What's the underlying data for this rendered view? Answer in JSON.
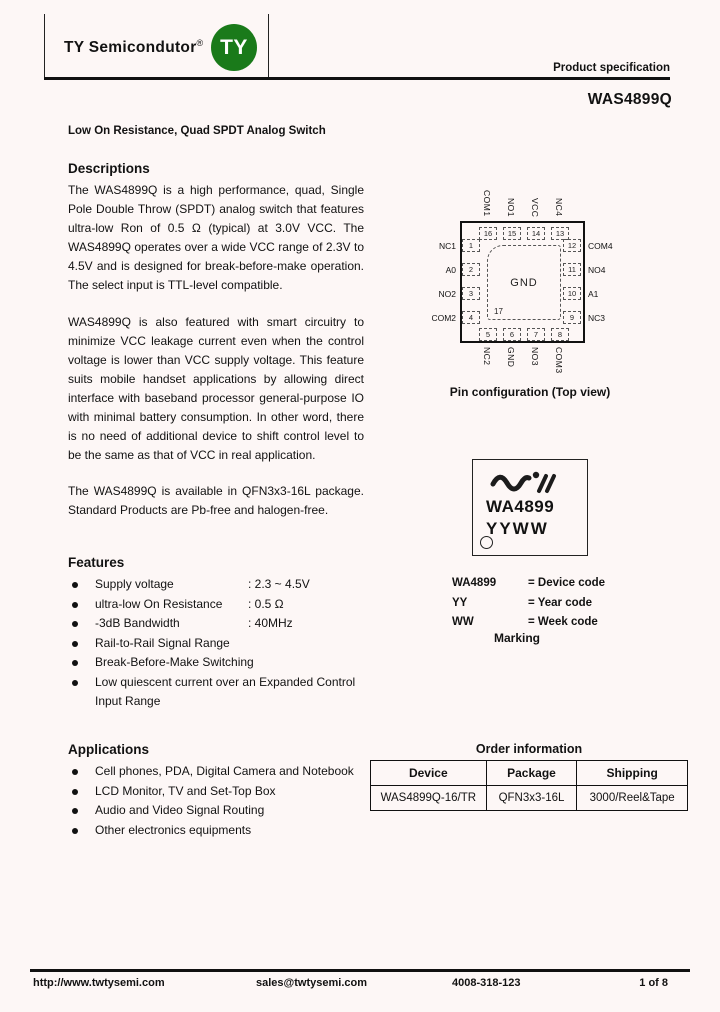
{
  "colors": {
    "background": "#fdf7f6",
    "logo_green": "#1a7a1a",
    "text": "#121212"
  },
  "header": {
    "brand": "TY Semicondutor",
    "reg_mark": "®",
    "logo_monogram": "TY",
    "spec_label": "Product specification",
    "part_number": "WAS4899Q",
    "subtitle": "Low On Resistance, Quad SPDT Analog Switch"
  },
  "descriptions": {
    "heading": "Descriptions",
    "paragraphs": [
      "The WAS4899Q is a high performance, quad, Single Pole Double Throw (SPDT) analog switch that features ultra-low Ron of 0.5 Ω (typical) at 3.0V VCC. The WAS4899Q operates over a wide VCC range of 2.3V to 4.5V and is designed for break-before-make operation. The select input is TTL-level compatible.",
      "WAS4899Q is also featured with smart circuitry to minimize VCC leakage current even when the control voltage is lower than VCC supply voltage. This feature suits mobile handset applications by allowing direct interface with baseband processor general-purpose IO with minimal battery consumption. In other word, there is no need of additional device to shift control level to be the same as that of VCC in real application.",
      "The WAS4899Q is available in QFN3x3-16L package. Standard Products are Pb-free and halogen-free."
    ]
  },
  "features": {
    "heading": "Features",
    "items": [
      {
        "label": "Supply voltage",
        "value": ": 2.3 ~ 4.5V"
      },
      {
        "label": "ultra-low On Resistance",
        "value": ": 0.5 Ω"
      },
      {
        "label": "-3dB Bandwidth",
        "value": ": 40MHz"
      },
      {
        "label": "Rail-to-Rail Signal Range",
        "value": ""
      },
      {
        "label": "Break-Before-Make Switching",
        "value": ""
      },
      {
        "label": "Low quiescent current over an Expanded Control Input Range",
        "value": ""
      }
    ]
  },
  "applications": {
    "heading": "Applications",
    "items": [
      "Cell phones, PDA, Digital Camera and Notebook",
      "LCD Monitor, TV and Set-Top Box",
      "Audio and Video Signal Routing",
      "Other electronics equipments"
    ]
  },
  "pin_diagram": {
    "caption": "Pin configuration (Top view)",
    "center_label": "GND",
    "center_pin": "17",
    "top_pins": [
      {
        "num": "16",
        "label": "COM1"
      },
      {
        "num": "15",
        "label": "NO1"
      },
      {
        "num": "14",
        "label": "VCC"
      },
      {
        "num": "13",
        "label": "NC4"
      }
    ],
    "left_pins": [
      {
        "num": "1",
        "label": "NC1"
      },
      {
        "num": "2",
        "label": "A0"
      },
      {
        "num": "3",
        "label": "NO2"
      },
      {
        "num": "4",
        "label": "COM2"
      }
    ],
    "right_pins": [
      {
        "num": "12",
        "label": "COM4"
      },
      {
        "num": "11",
        "label": "NO4"
      },
      {
        "num": "10",
        "label": "A1"
      },
      {
        "num": "9",
        "label": "NC3"
      }
    ],
    "bottom_pins": [
      {
        "num": "5",
        "label": "NC2"
      },
      {
        "num": "6",
        "label": "GND"
      },
      {
        "num": "7",
        "label": "NO3"
      },
      {
        "num": "8",
        "label": "COM3"
      }
    ]
  },
  "marking": {
    "device_line": "WA4899",
    "date_line": "YYWW",
    "legend": [
      {
        "code": "WA4899",
        "meaning": "= Device code"
      },
      {
        "code": "YY",
        "meaning": "= Year code"
      },
      {
        "code": "WW",
        "meaning": "= Week code"
      }
    ],
    "caption": "Marking"
  },
  "order_info": {
    "heading": "Order information",
    "columns": [
      "Device",
      "Package",
      "Shipping"
    ],
    "rows": [
      [
        "WAS4899Q-16/TR",
        "QFN3x3-16L",
        "3000/Reel&Tape"
      ]
    ]
  },
  "footer": {
    "website": "http://www.twtysemi.com",
    "email": "sales@twtysemi.com",
    "phone": "4008-318-123",
    "page": "1 of 8"
  }
}
